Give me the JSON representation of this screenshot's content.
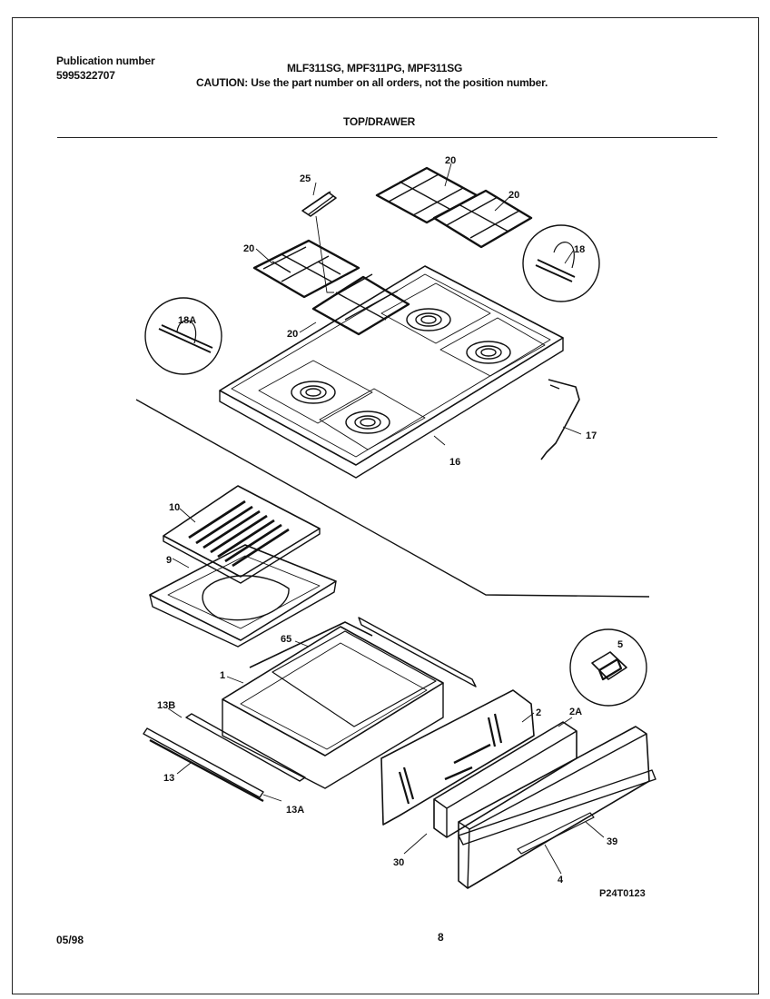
{
  "header": {
    "publication_label": "Publication number",
    "publication_number": "5995322707",
    "models": "MLF311SG, MPF311PG, MPF311SG",
    "caution": "CAUTION:  Use the part number on all orders, not the position number.",
    "section_title": "TOP/DRAWER"
  },
  "callouts": {
    "p25": "25",
    "p20a": "20",
    "p20b": "20",
    "p20c": "20",
    "p20d": "20",
    "p18": "18",
    "p18a": "18A",
    "p16": "16",
    "p17": "17",
    "p10": "10",
    "p9": "9",
    "p65": "65",
    "p1": "1",
    "p5": "5",
    "p13b": "13B",
    "p2": "2",
    "p2a": "2A",
    "p13": "13",
    "p13a": "13A",
    "p30": "30",
    "p39": "39",
    "p4": "4"
  },
  "figure_id": "P24T0123",
  "footer": {
    "date": "05/98",
    "page": "8"
  }
}
